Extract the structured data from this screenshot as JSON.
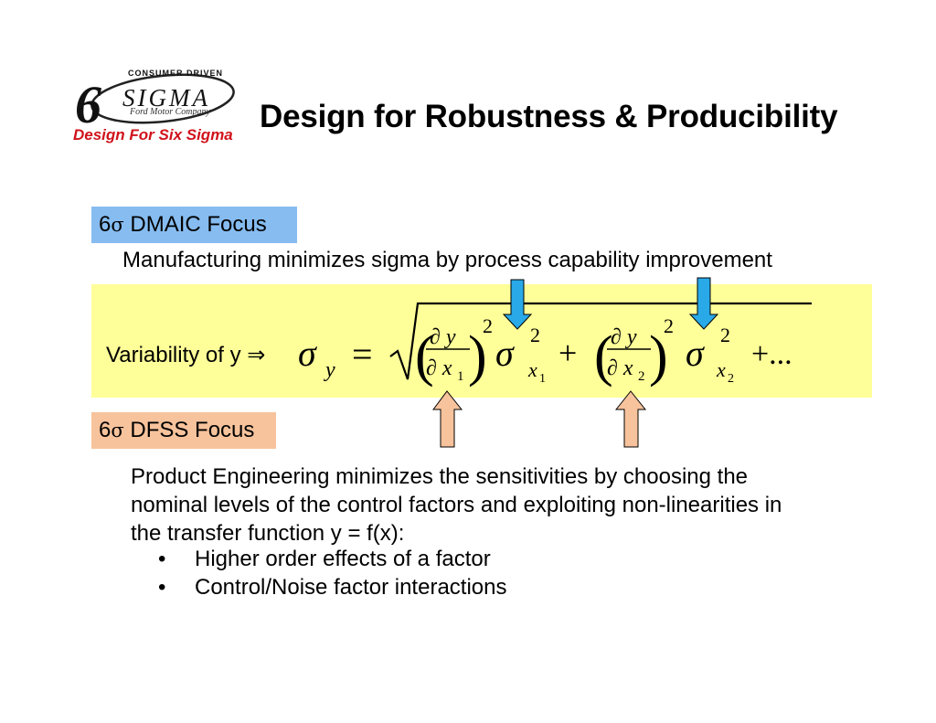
{
  "logo": {
    "consumer_driven": "CONSUMER DRIVEN",
    "six": "6",
    "sigma": "SIGMA",
    "company": "Ford Motor Company",
    "subtitle": "Design For Six Sigma"
  },
  "title": "Design for Robustness & Producibility",
  "dmaic": {
    "tag_prefix": "6",
    "tag_sigma": "σ",
    "tag_label": " DMAIC Focus",
    "text": "Manufacturing minimizes sigma by process capability improvement"
  },
  "equation": {
    "label": "Variability of y ⇒",
    "sigma": "σ",
    "sub_y": "y",
    "equals": "=",
    "partial_y": "∂ y",
    "partial_x": "∂ x",
    "sub_1": "1",
    "sub_2": "2",
    "sq": "2",
    "plus": "+",
    "tail": "+...",
    "colors": {
      "down_arrow": "#29a9e8",
      "up_arrow": "#f7c39c",
      "band": "#ffff99"
    }
  },
  "dfss": {
    "tag_prefix": "6",
    "tag_sigma": "σ",
    "tag_label": " DFSS Focus",
    "paragraph_lines": [
      "Product Engineering minimizes the sensitivities by choosing the",
      "nominal levels of the control factors and exploiting non-linearities in",
      "the transfer function y = f(x):"
    ],
    "bullets": [
      "Higher order effects of a factor",
      "Control/Noise factor interactions"
    ],
    "bullet_glyph": "•"
  }
}
